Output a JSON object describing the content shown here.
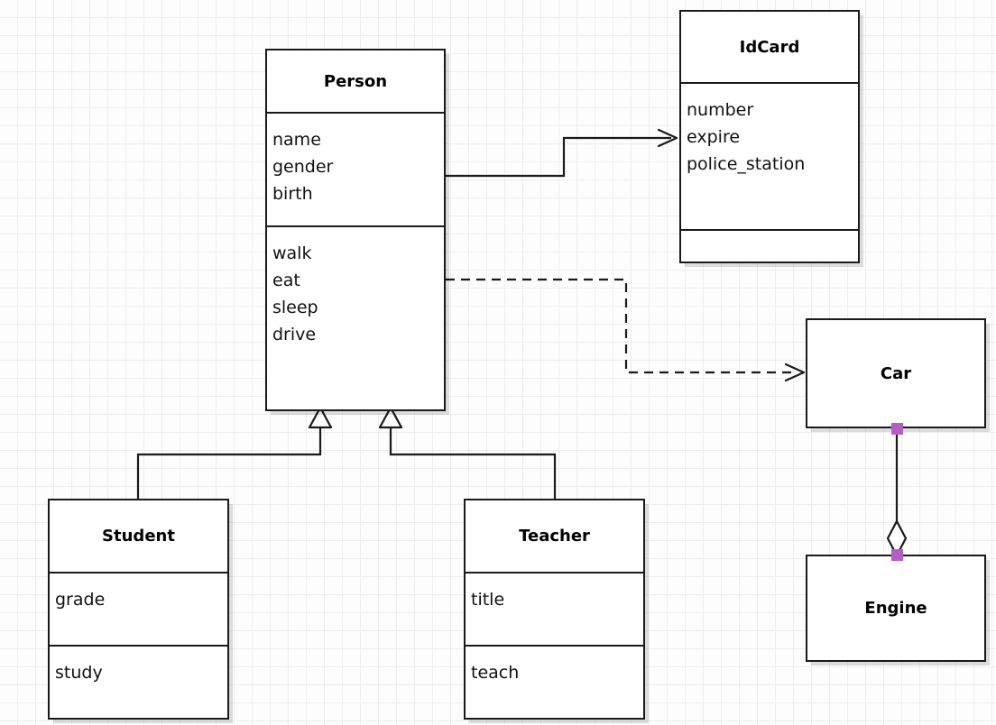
{
  "diagram": {
    "type": "uml-class-diagram",
    "background": "#fdfdfd",
    "grid_color": "#eeeeee",
    "line_color": "#1a1a1a",
    "handle_color": "#b45fc4"
  },
  "classes": {
    "person": {
      "name": "Person",
      "attributes": [
        "name",
        "gender",
        "birth"
      ],
      "methods": [
        "walk",
        "eat",
        "sleep",
        "drive"
      ]
    },
    "idcard": {
      "name": "IdCard",
      "attributes": [
        "number",
        "expire",
        "police_station"
      ],
      "methods": []
    },
    "student": {
      "name": "Student",
      "attributes": [
        "grade"
      ],
      "methods": [
        "study"
      ]
    },
    "teacher": {
      "name": "Teacher",
      "attributes": [
        "title"
      ],
      "methods": [
        "teach"
      ]
    },
    "car": {
      "name": "Car"
    },
    "engine": {
      "name": "Engine"
    }
  },
  "relationships": [
    {
      "id": "person-idcard",
      "kind": "association",
      "from": "Person",
      "to": "IdCard",
      "style": "solid",
      "arrow": "open-arrow"
    },
    {
      "id": "person-car",
      "kind": "dependency",
      "from": "Person",
      "to": "Car",
      "style": "dashed",
      "arrow": "open-arrow"
    },
    {
      "id": "student-person",
      "kind": "generalization",
      "from": "Student",
      "to": "Person",
      "style": "solid",
      "arrow": "hollow-triangle"
    },
    {
      "id": "teacher-person",
      "kind": "generalization",
      "from": "Teacher",
      "to": "Person",
      "style": "solid",
      "arrow": "hollow-triangle"
    },
    {
      "id": "car-engine",
      "kind": "aggregation",
      "from": "Car",
      "to": "Engine",
      "style": "solid",
      "arrow": "hollow-diamond",
      "selected": true
    }
  ]
}
